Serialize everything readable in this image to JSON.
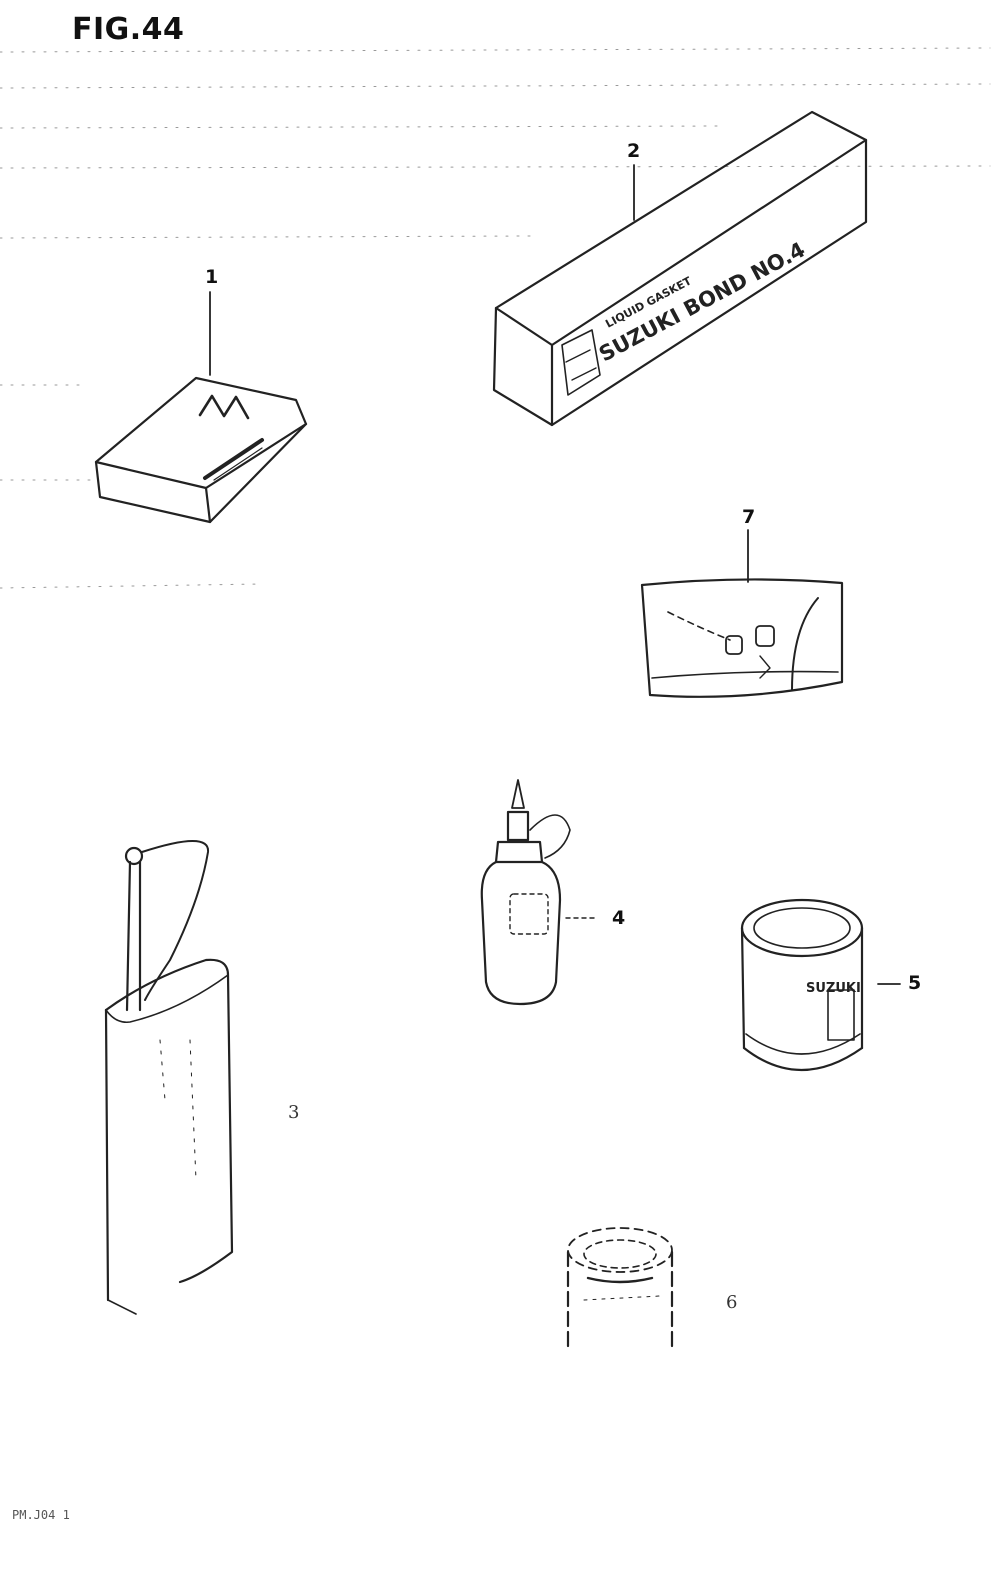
{
  "figure": {
    "title": "FIG.44"
  },
  "parts": [
    {
      "number": "1",
      "name": "gasket-tube-box"
    },
    {
      "number": "2",
      "name": "bond-box"
    },
    {
      "number": "3",
      "name": "oil-can"
    },
    {
      "number": "4",
      "name": "squeeze-bottle"
    },
    {
      "number": "5",
      "name": "grease-tin"
    },
    {
      "number": "6",
      "name": "spray-can"
    },
    {
      "number": "7",
      "name": "sealant-pouch"
    }
  ],
  "labels": {
    "box2_small": "LIQUID GASKET",
    "box2_main": "SUZUKI BOND NO.4",
    "tin5_text": "SUZUKI"
  },
  "footer": {
    "code": "PM.J04 1"
  }
}
